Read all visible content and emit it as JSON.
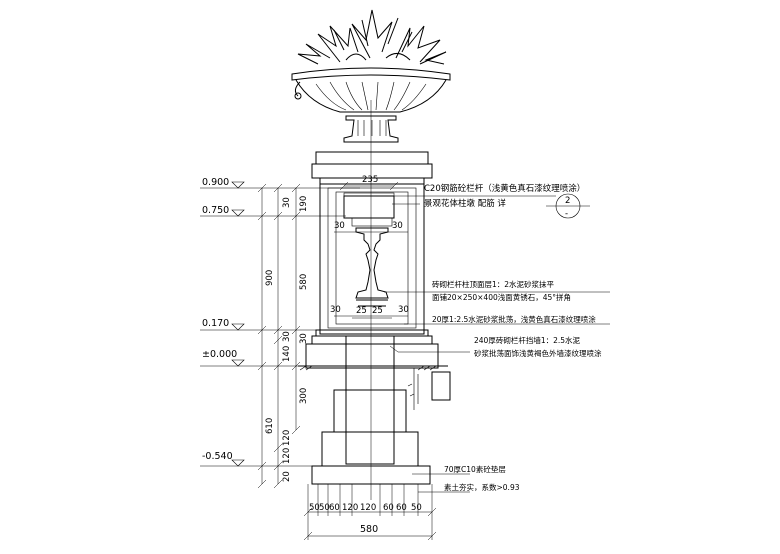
{
  "elevations": {
    "e1": "0.900",
    "e2": "0.750",
    "e3": "0.170",
    "e4": "±0.000",
    "e5": "-0.540"
  },
  "left_dims": {
    "outer": {
      "d900": "900",
      "d610": "610"
    },
    "inner": {
      "d30a": "30",
      "d30b": "30",
      "d140": "140",
      "d120a": "120",
      "d120b": "120",
      "d20": "20"
    },
    "mid": {
      "d190": "190",
      "d580": "580",
      "d30c": "30",
      "d300": "300"
    }
  },
  "top_dims": {
    "d235": "235",
    "d30_l1": "30",
    "d30_r1": "30",
    "d30_l2": "30",
    "d30_r2": "30",
    "d25_l": "25",
    "d25_r": "25"
  },
  "bottom_dims": {
    "segments": [
      "50",
      "50",
      "60",
      "120",
      "120",
      "60",
      "60",
      "50"
    ],
    "total": "580"
  },
  "annotations": {
    "a1": "C20钢筋砼栏杆（浅黄色真石漆纹理喷涂）",
    "a2": "景观花体柱墩    配筋  详",
    "a3": "砖砌栏杆柱顶面层1：2水泥砂浆抹平",
    "a4": "面铺20×250×400浅面黄锈石，45°拼角",
    "a5": "20厚1:2.5水泥砂浆批荡，浅黄色真石漆纹理喷涂",
    "a6": "240厚砖砌栏杆挡墙1：2.5水泥",
    "a7": "砂浆批荡面饰浅黄褐色外墙漆纹理喷涂",
    "a8": "70厚C10素砼垫层",
    "a9": "素土夯实，系数>0.93"
  },
  "detail_callout": {
    "top": "2",
    "bottom": "-"
  }
}
